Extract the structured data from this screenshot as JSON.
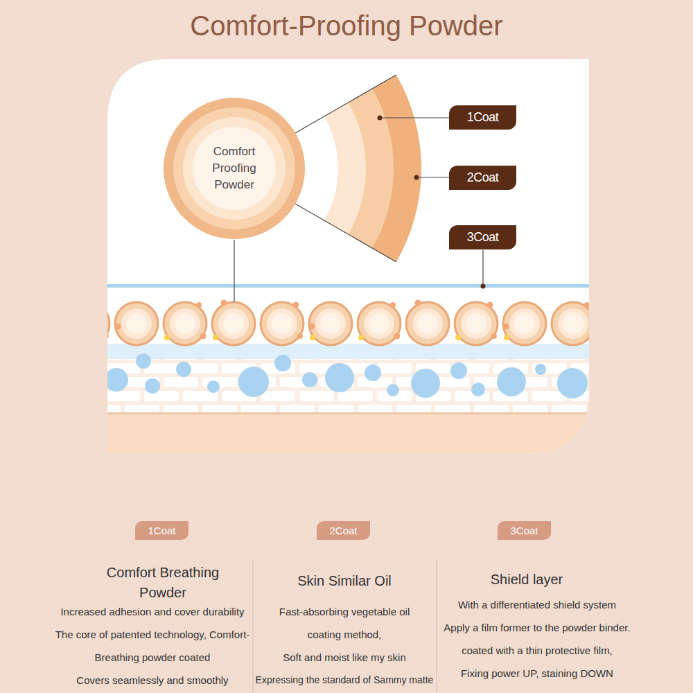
{
  "diagram": {
    "title": "Comfort-Proofing Powder",
    "nodes": [
      {
        "text": [
          "Comfort Proofing Powder"
        ]
      },
      {
        "text": [
          "1Coat"
        ]
      },
      {
        "text": [
          "2Coat"
        ]
      },
      {
        "text": [
          "3Coat"
        ]
      },
      {
        "text": [
          "1Coat"
        ]
      },
      {
        "text": [
          "2Coat"
        ]
      },
      {
        "text": [
          "3Coat"
        ]
      }
    ],
    "labels": [
      "Comfort Breathing Powder",
      "Increased adhesion and cover durability",
      "The core of patented technology, Comfort- Breathing powder coated",
      "Covers seamlessly and smoothly",
      "Skin Similar Oil",
      "Fast-absorbing vegetable oil coating method,",
      "Soft and moist like my skin",
      "Expressing the standard of Sammy matte",
      "Shield layer",
      "With a differentiated shield system",
      "Apply a film former to the powder binder.",
      "coated with a thin protective film,",
      "Fixing power UP, staining DOWN"
    ]
  }
}
